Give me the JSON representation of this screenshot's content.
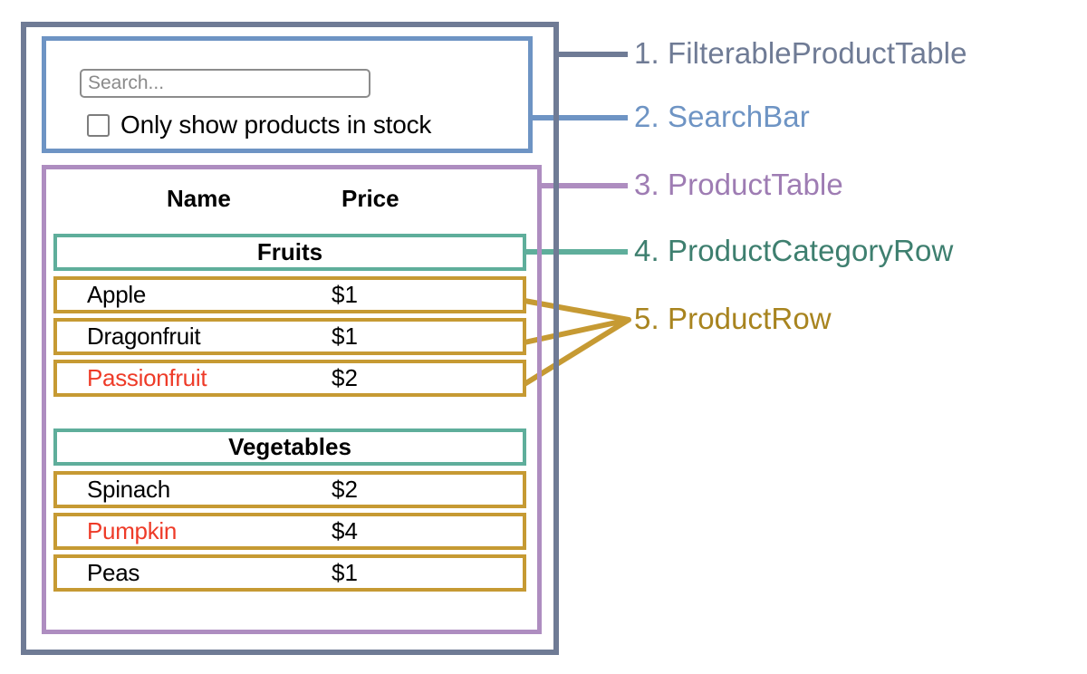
{
  "search_bar": {
    "input_placeholder": "Search...",
    "input_value": "",
    "checkbox_label": "Only show products in stock",
    "checkbox_checked": false
  },
  "product_table": {
    "columns": [
      "Name",
      "Price"
    ],
    "sections": [
      {
        "category": "Fruits",
        "rows": [
          {
            "name": "Apple",
            "price": "$1",
            "in_stock": true
          },
          {
            "name": "Dragonfruit",
            "price": "$1",
            "in_stock": true
          },
          {
            "name": "Passionfruit",
            "price": "$2",
            "in_stock": false
          }
        ]
      },
      {
        "category": "Vegetables",
        "rows": [
          {
            "name": "Spinach",
            "price": "$2",
            "in_stock": true
          },
          {
            "name": "Pumpkin",
            "price": "$4",
            "in_stock": false
          },
          {
            "name": "Peas",
            "price": "$1",
            "in_stock": true
          }
        ]
      }
    ]
  },
  "legend": [
    {
      "number": "1.",
      "name": "FilterableProductTable",
      "label": "1. FilterableProductTable",
      "color": "#6F7B95"
    },
    {
      "number": "2.",
      "name": "SearchBar",
      "label": "2. SearchBar",
      "color": "#6E94C4"
    },
    {
      "number": "3.",
      "name": "ProductTable",
      "label": "3. ProductTable",
      "color": "#9E7CB3"
    },
    {
      "number": "4.",
      "name": "ProductCategoryRow",
      "label": "4. ProductCategoryRow",
      "color": "#3E7F6F"
    },
    {
      "number": "5.",
      "name": "ProductRow",
      "label": "5. ProductRow",
      "color": "#A8841F"
    }
  ],
  "colors": {
    "filterable_product_table": "#6F7B95",
    "search_bar": "#6E94C4",
    "product_table": "#AE8DC0",
    "product_category_row": "#5FAE9B",
    "product_row": "#C69A33",
    "out_of_stock_text": "#EE3B28"
  }
}
